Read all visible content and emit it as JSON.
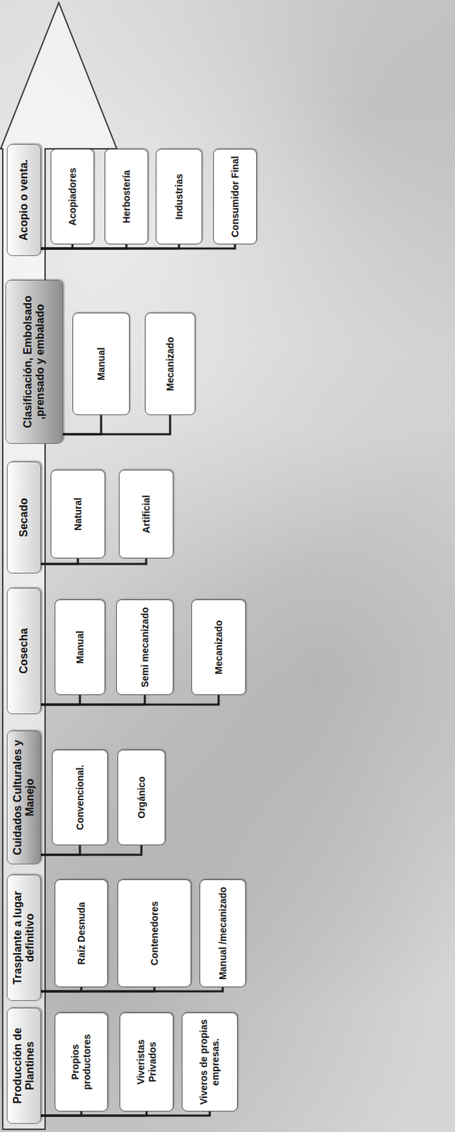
{
  "diagram": {
    "nodes": [
      {
        "text": [
          "Producción de Plantines"
        ]
      },
      {
        "text": [
          "Propios productores"
        ]
      },
      {
        "text": [
          "Viveristas Privados"
        ]
      },
      {
        "text": [
          "Viveros de propias empresas."
        ]
      },
      {
        "text": [
          "Trasplante a lugar definitivo"
        ]
      },
      {
        "text": [
          "Raíz Desnuda"
        ]
      },
      {
        "text": [
          "Contenedores"
        ]
      },
      {
        "text": [
          "Manual /mecanizado"
        ]
      },
      {
        "text": [
          "Cuidados Culturales y Manejo"
        ]
      },
      {
        "text": [
          "Convencional."
        ]
      },
      {
        "text": [
          "Orgánico"
        ]
      },
      {
        "text": [
          "Cosecha"
        ]
      },
      {
        "text": [
          "Manual"
        ]
      },
      {
        "text": [
          "Semi mecanizado"
        ]
      },
      {
        "text": [
          "Mecanizado"
        ]
      },
      {
        "text": [
          "Secado"
        ]
      },
      {
        "text": [
          "Natural"
        ]
      },
      {
        "text": [
          "Artificial"
        ]
      },
      {
        "text": [
          "Clasificación, Embolsado ,prensado y embalado"
        ]
      },
      {
        "text": [
          "Manual"
        ]
      },
      {
        "text": [
          "Mecanizado"
        ]
      },
      {
        "text": [
          "Acopio o venta."
        ]
      },
      {
        "text": [
          "Acopiadores"
        ]
      },
      {
        "text": [
          "Herbostería"
        ]
      },
      {
        "text": [
          "Industrias"
        ]
      },
      {
        "text": [
          "Consumidor Final"
        ]
      }
    ],
    "edges": [
      {
        "from": 0,
        "to": 1,
        "arrow": "none"
      },
      {
        "from": 0,
        "to": 2,
        "arrow": "none"
      },
      {
        "from": 0,
        "to": 3,
        "arrow": "none"
      },
      {
        "from": 4,
        "to": 5,
        "arrow": "none"
      },
      {
        "from": 4,
        "to": 6,
        "arrow": "none"
      },
      {
        "from": 4,
        "to": 7,
        "arrow": "none"
      },
      {
        "from": 8,
        "to": 9,
        "arrow": "none"
      },
      {
        "from": 8,
        "to": 10,
        "arrow": "none"
      },
      {
        "from": 11,
        "to": 12,
        "arrow": "none"
      },
      {
        "from": 11,
        "to": 13,
        "arrow": "none"
      },
      {
        "from": 11,
        "to": 14,
        "arrow": "none"
      },
      {
        "from": 15,
        "to": 16,
        "arrow": "none"
      },
      {
        "from": 15,
        "to": 17,
        "arrow": "none"
      },
      {
        "from": 18,
        "to": 19,
        "arrow": "none"
      },
      {
        "from": 18,
        "to": 20,
        "arrow": "none"
      },
      {
        "from": 21,
        "to": 22,
        "arrow": "none"
      },
      {
        "from": 21,
        "to": 23,
        "arrow": "none"
      },
      {
        "from": 21,
        "to": 24,
        "arrow": "none"
      },
      {
        "from": 21,
        "to": 25,
        "arrow": "none"
      }
    ]
  }
}
